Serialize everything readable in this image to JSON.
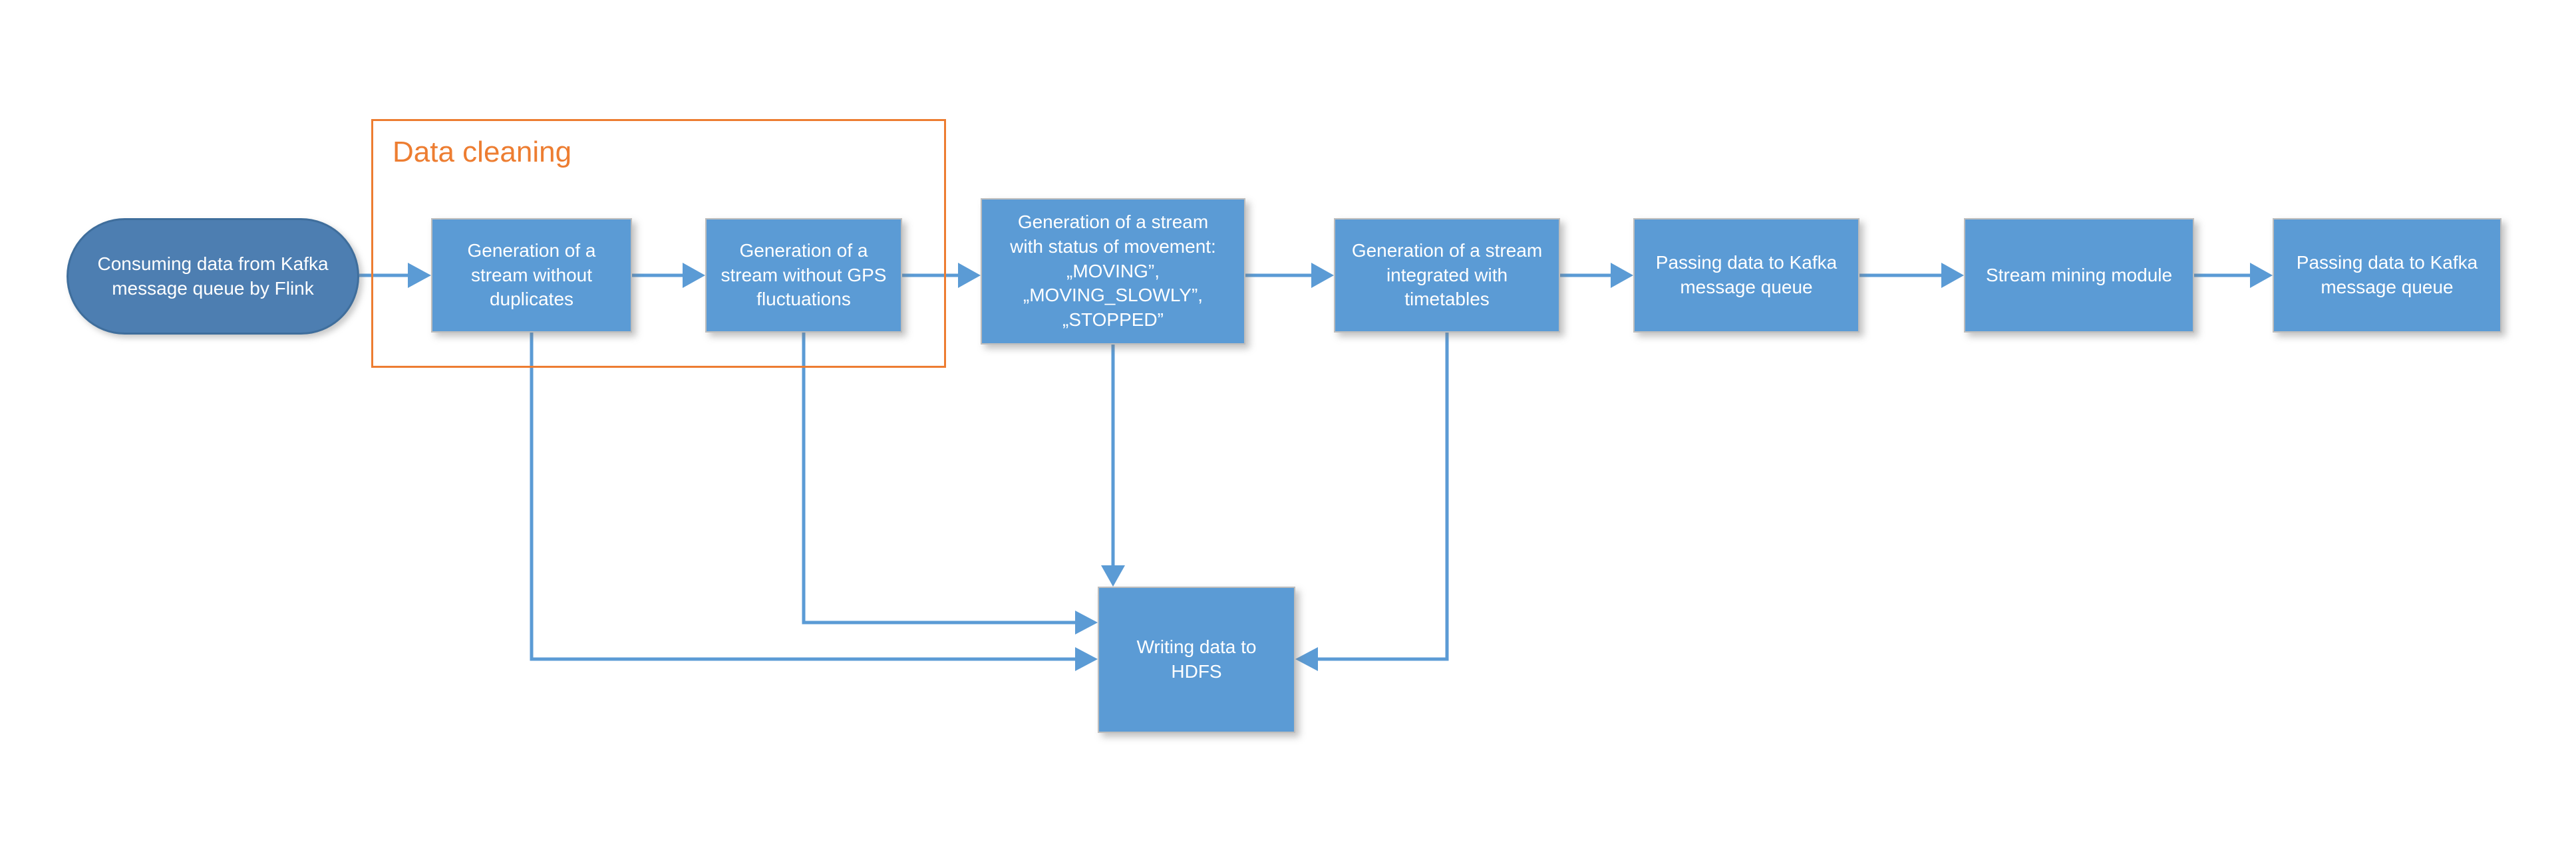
{
  "theme": {
    "background": "#ffffff",
    "box_fill": "#5b9bd5",
    "box_border": "#bdbdbd",
    "stadium_fill": "#4d7eb1",
    "stadium_border": "#3f6e9c",
    "connector": "#5b9bd5",
    "group_orange": "#ed7d31",
    "text_white": "#ffffff"
  },
  "diagram": {
    "group": {
      "label": "Data cleaning"
    },
    "nodes": {
      "start": {
        "label": "Consuming data from Kafka\nmessage queue by Flink",
        "shape": "stadium"
      },
      "dedup": {
        "label": "Generation of a\nstream without\nduplicates",
        "shape": "box"
      },
      "gps": {
        "label": "Generation of a\nstream without GPS\nfluctuations",
        "shape": "box"
      },
      "movement": {
        "label": "Generation of a stream\nwith status of movement:\n„MOVING”,\n„MOVING_SLOWLY”,\n„STOPPED”",
        "shape": "box"
      },
      "timetables": {
        "label": "Generation of a stream\nintegrated with\ntimetables",
        "shape": "box"
      },
      "kafka_out_1": {
        "label": "Passing data to Kafka\nmessage queue",
        "shape": "box"
      },
      "stream_mining": {
        "label": "Stream mining module",
        "shape": "box"
      },
      "kafka_out_2": {
        "label": "Passing data to Kafka\nmessage queue",
        "shape": "box"
      },
      "hdfs": {
        "label": "Writing data to\nHDFS",
        "shape": "box"
      }
    },
    "edges": [
      {
        "from": "start",
        "to": "dedup"
      },
      {
        "from": "dedup",
        "to": "gps"
      },
      {
        "from": "gps",
        "to": "movement"
      },
      {
        "from": "movement",
        "to": "timetables"
      },
      {
        "from": "timetables",
        "to": "kafka_out_1"
      },
      {
        "from": "kafka_out_1",
        "to": "stream_mining"
      },
      {
        "from": "stream_mining",
        "to": "kafka_out_2"
      },
      {
        "from": "dedup",
        "to": "hdfs"
      },
      {
        "from": "gps",
        "to": "hdfs"
      },
      {
        "from": "movement",
        "to": "hdfs"
      },
      {
        "from": "timetables",
        "to": "hdfs"
      }
    ]
  }
}
